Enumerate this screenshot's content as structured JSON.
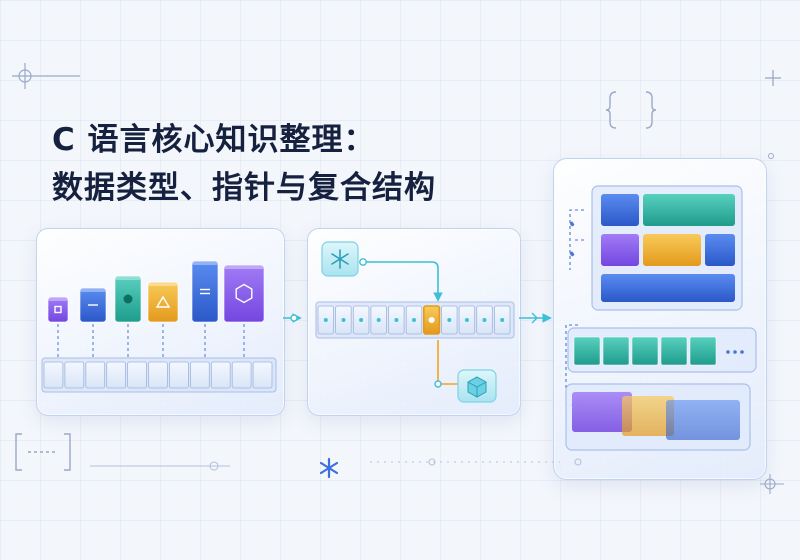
{
  "header": {
    "title_line1": "C 语言核心知识整理：",
    "title_line2": "数据类型、指针与复合结构"
  },
  "diagram": {
    "type_blocks": [
      {
        "symbol": "square",
        "color": "#8a5cf0"
      },
      {
        "symbol": "minus",
        "color": "#3b6fe0"
      },
      {
        "symbol": "circle",
        "color": "#2fb5a5"
      },
      {
        "symbol": "triangle",
        "color": "#f3b236"
      },
      {
        "symbol": "equals",
        "color": "#3b6fe0"
      },
      {
        "symbol": "hexagon",
        "color": "#9a6ee8"
      }
    ],
    "memory_cells": 11,
    "pointer_cells": 11,
    "highlighted_cell": 6,
    "pointer_node_icon": "asterisk-icon",
    "target_node_icon": "cube-icon",
    "struct_rows": 3,
    "array_cells": 5,
    "colors": {
      "purple": "#8a5cf0",
      "blue": "#3b6fe0",
      "teal": "#2fb5a5",
      "orange": "#f3b236",
      "cyan": "#3cc0d6"
    }
  }
}
